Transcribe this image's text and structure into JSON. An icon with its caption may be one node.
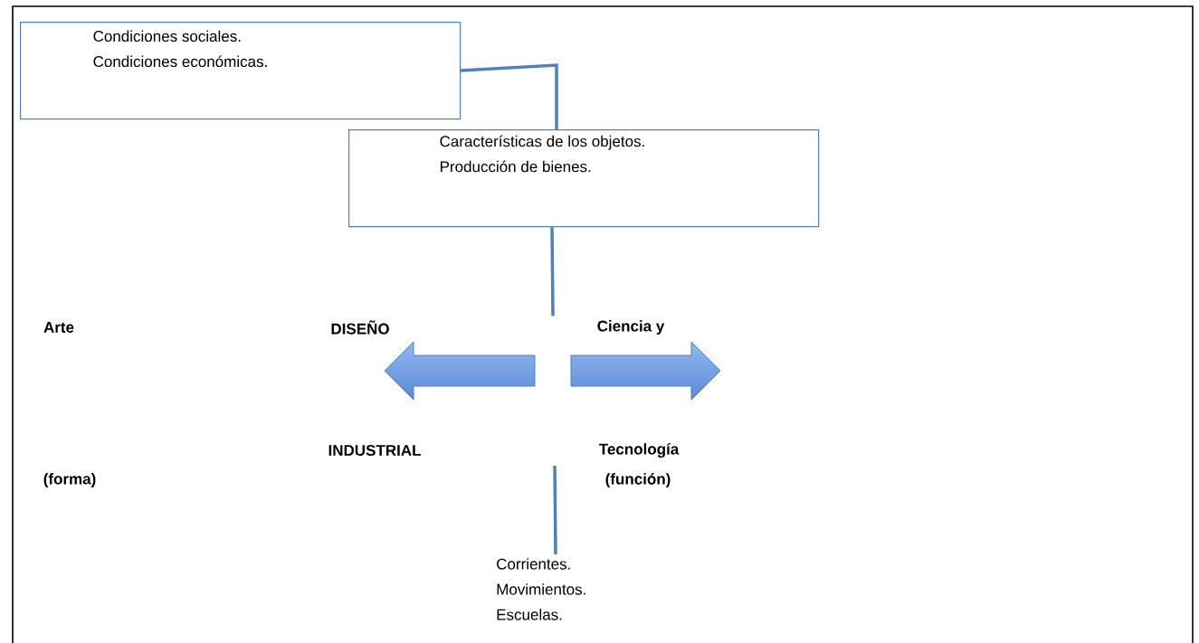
{
  "diagram": {
    "nodes": [
      {
        "text": [
          "Condiciones sociales.",
          "Condiciones económicas."
        ]
      },
      {
        "text": [
          "Características de los objetos.",
          "Producción de bienes."
        ]
      },
      {
        "text": [
          "Corrientes.",
          "Movimientos.",
          "Escuelas."
        ]
      }
    ],
    "edges": [
      {
        "from": 0,
        "to": 1,
        "arrow": "none"
      },
      {
        "from": 1,
        "to": null,
        "arrow": "none"
      },
      {
        "from": null,
        "to": 2,
        "arrow": "none"
      }
    ],
    "labels": [
      "Arte",
      "DISEÑO",
      "Ciencia y",
      "INDUSTRIAL",
      "Tecnología",
      "(forma)",
      "(función)"
    ]
  }
}
